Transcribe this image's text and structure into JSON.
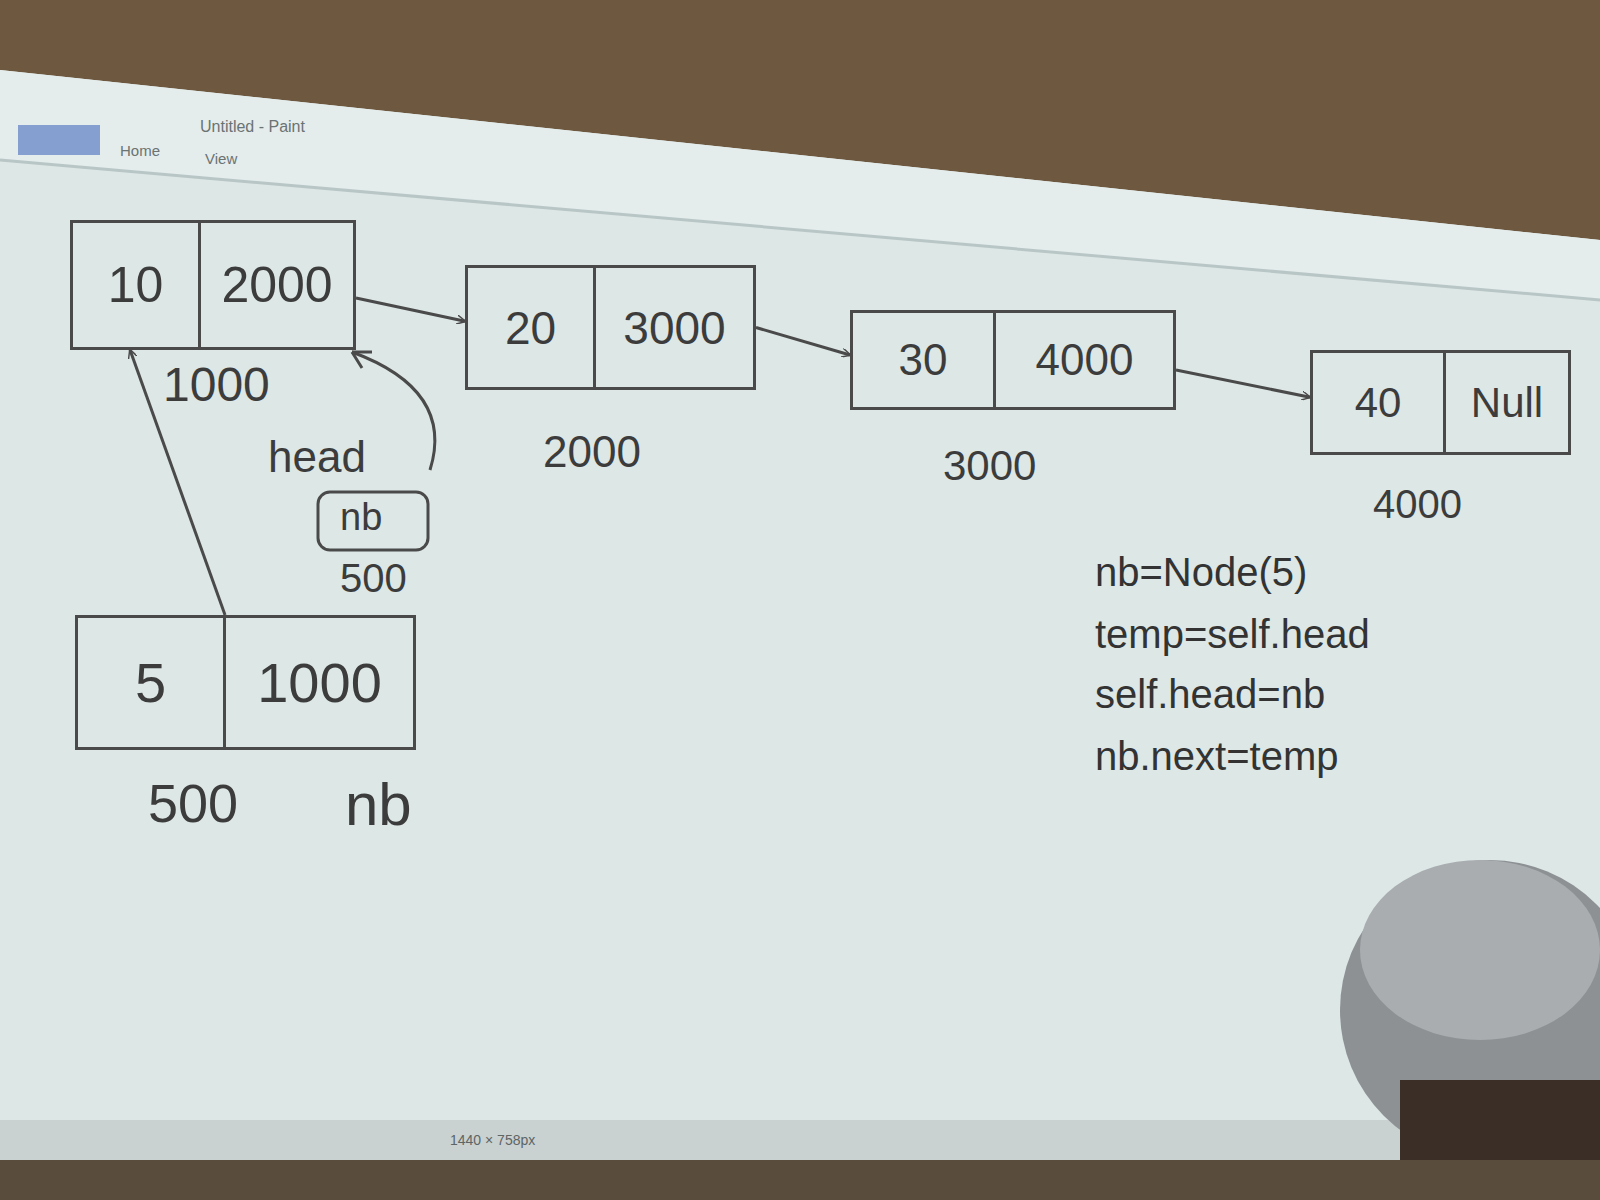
{
  "diagram": {
    "nodes": [
      {
        "text": [
          "10",
          "2000",
          "1000"
        ]
      },
      {
        "text": [
          "20",
          "3000",
          "2000"
        ]
      },
      {
        "text": [
          "30",
          "4000",
          "3000"
        ]
      },
      {
        "text": [
          "40",
          "Null",
          "4000"
        ]
      },
      {
        "text": [
          "5",
          "1000",
          "500"
        ]
      }
    ],
    "edges": [
      {
        "from": 0,
        "to": 1,
        "arrow": "to"
      },
      {
        "from": 1,
        "to": 2,
        "arrow": "to"
      },
      {
        "from": 2,
        "to": 3,
        "arrow": "to"
      },
      {
        "from": 4,
        "to": 0,
        "arrow": "to"
      }
    ],
    "labels": [
      "Untitled - Paint",
      "Home",
      "View",
      "head",
      "nb",
      "500",
      "nb",
      "nb=Node(5)",
      "temp=self.head",
      "self.head=nb",
      "nb.next=temp",
      "1440 × 758px"
    ]
  }
}
